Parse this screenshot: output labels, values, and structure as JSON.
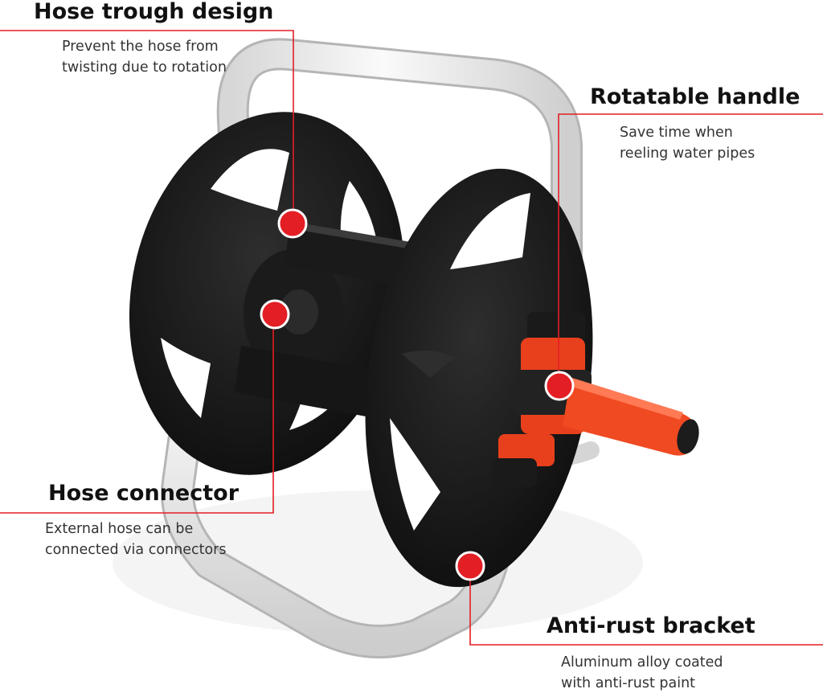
{
  "accent_color": "#e31e24",
  "features": {
    "hose_trough": {
      "title": "Hose trough design",
      "desc": [
        "Prevent the hose from",
        "twisting due to rotation"
      ]
    },
    "rotatable_handle": {
      "title": "Rotatable handle",
      "desc": [
        "Save time when",
        "reeling water pipes"
      ]
    },
    "hose_connector": {
      "title": "Hose connector",
      "desc": [
        "External hose can be",
        "connected via connectors"
      ]
    },
    "anti_rust_bracket": {
      "title": "Anti-rust bracket",
      "desc": [
        "Aluminum alloy coated",
        "with anti-rust paint"
      ]
    }
  }
}
